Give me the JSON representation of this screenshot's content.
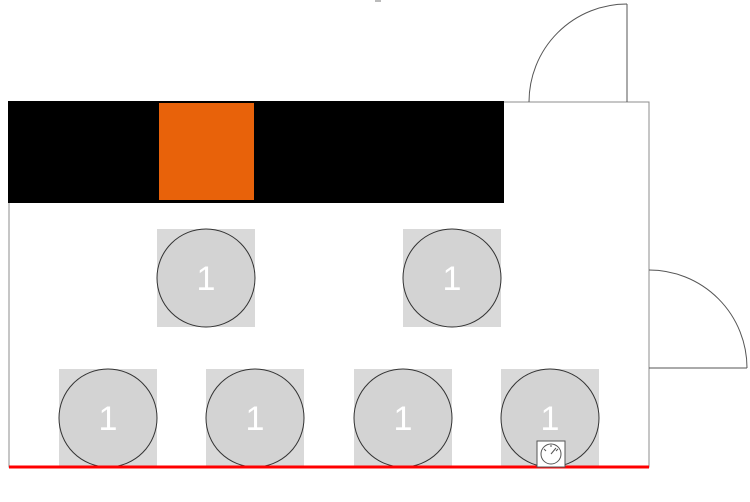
{
  "floorplan": {
    "colors": {
      "background": "#ffffff",
      "wall": "#8c8c8c",
      "counter": "#000000",
      "highlight": "#e8620a",
      "table_square": "#d9d9d9",
      "table_circle": "#d3d3d3",
      "table_outline": "#333333",
      "table_label": "#ffffff",
      "red_wall": "#ff0000",
      "door": "#555555"
    },
    "tables": [
      {
        "id": "table-1",
        "label": "1"
      },
      {
        "id": "table-2",
        "label": "1"
      },
      {
        "id": "table-3",
        "label": "1"
      },
      {
        "id": "table-4",
        "label": "1"
      },
      {
        "id": "table-5",
        "label": "1"
      },
      {
        "id": "table-6",
        "label": "1"
      }
    ],
    "icons": {
      "doors": "door-swing-icon",
      "meter": "meter-gauge-icon"
    }
  }
}
